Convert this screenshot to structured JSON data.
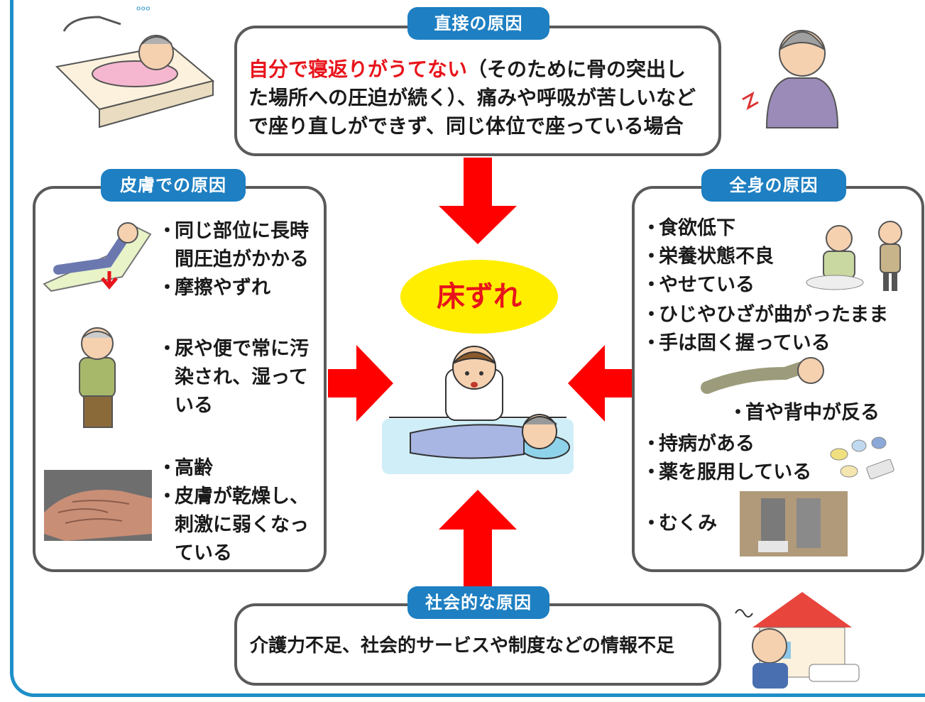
{
  "center": {
    "label": "床ずれ"
  },
  "direct": {
    "title": "直接の原因",
    "highlight": "自分で寝返りがうてない",
    "line1_rest": "（そのために骨の突出し",
    "line2": "た場所への圧迫が続く）、痛みや呼吸が苦しいなど",
    "line3": "で座り直しができず、同じ体位で座っている場合"
  },
  "skin": {
    "title": "皮膚での原因",
    "group1": [
      "同じ部位に長時",
      "間圧迫がかかる",
      "摩擦やずれ"
    ],
    "group2": [
      "尿や便で常に汚",
      "染され、湿って",
      "いる"
    ],
    "group3": [
      "高齢",
      "皮膚が乾燥し、",
      "刺激に弱くなっ",
      "ている"
    ]
  },
  "body": {
    "title": "全身の原因",
    "group1": [
      "食欲低下",
      "栄養状態不良",
      "やせている"
    ],
    "group2": [
      "ひじやひざが曲がったまま",
      "手は固く握っている"
    ],
    "group3": [
      "首や背中が反る"
    ],
    "group4": [
      "持病がある",
      "薬を服用している"
    ],
    "group5": [
      "むくみ"
    ]
  },
  "social": {
    "title": "社会的な原因",
    "text": "介護力不足、社会的サービスや制度などの情報不足"
  },
  "bullet": "・",
  "colors": {
    "tab": "#1e7fc2",
    "arrow": "#ff0000",
    "frame": "#1e8fc8",
    "highlight": "#e8141b",
    "center_bg": "#ffee00"
  }
}
